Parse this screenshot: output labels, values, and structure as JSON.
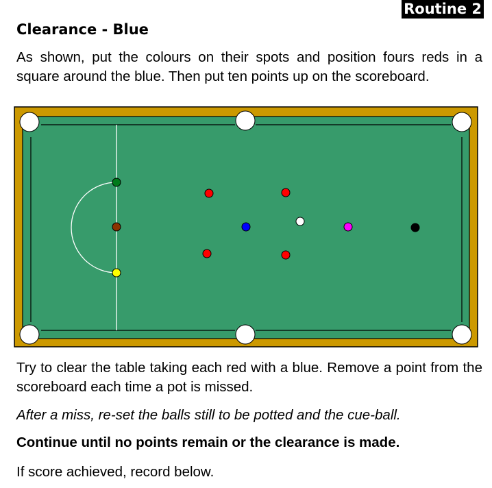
{
  "badge": "Routine 2",
  "title": "Clearance - Blue",
  "intro": "As shown, put the colours on their spots and position fours reds in a square around the blue. Then put ten points up on the scoreboard.",
  "instructions": "Try to clear the table taking each red with a blue. Remove a point from the scoreboard each time a pot is missed.",
  "note": "After a miss, re-set the balls still to be potted and the cue-ball.",
  "goal": "Continue until no points remain or the clearance is made.",
  "record": "If score achieved, record below.",
  "colors": {
    "rail": "#cc9900",
    "cloth": "#379b6b",
    "red": "#ff0000",
    "blue": "#0000ff",
    "pink": "#ff00ff",
    "black": "#000000",
    "green": "#007a1a",
    "brown": "#8b3300",
    "yellow": "#ffff00",
    "cue": "#ffffff"
  }
}
